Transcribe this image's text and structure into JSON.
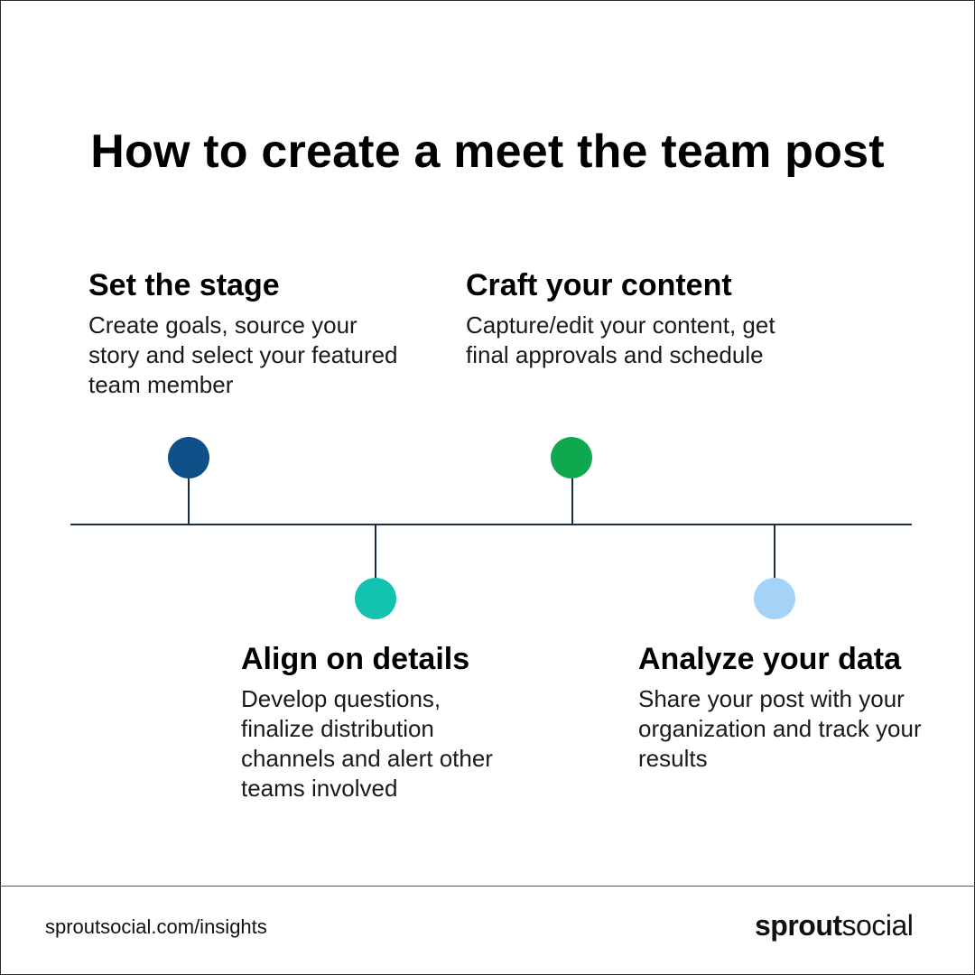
{
  "title": "How to create a meet the team post",
  "steps": [
    {
      "heading": "Set the stage",
      "text": "Create goals, source your story and select your featured team member",
      "color": "#0f5089"
    },
    {
      "heading": "Craft your content",
      "text": "Capture/edit your content, get final approvals and schedule",
      "color": "#0fa84f"
    },
    {
      "heading": "Align on details",
      "text": "Develop questions, finalize distribution channels and alert other teams involved",
      "color": "#12c4b0"
    },
    {
      "heading": "Analyze your data",
      "text": "Share your post with your organization and track your results",
      "color": "#a5d3f8"
    }
  ],
  "footer": {
    "url": "sproutsocial.com/insights",
    "logo_bold": "sprout",
    "logo_light": "social"
  }
}
